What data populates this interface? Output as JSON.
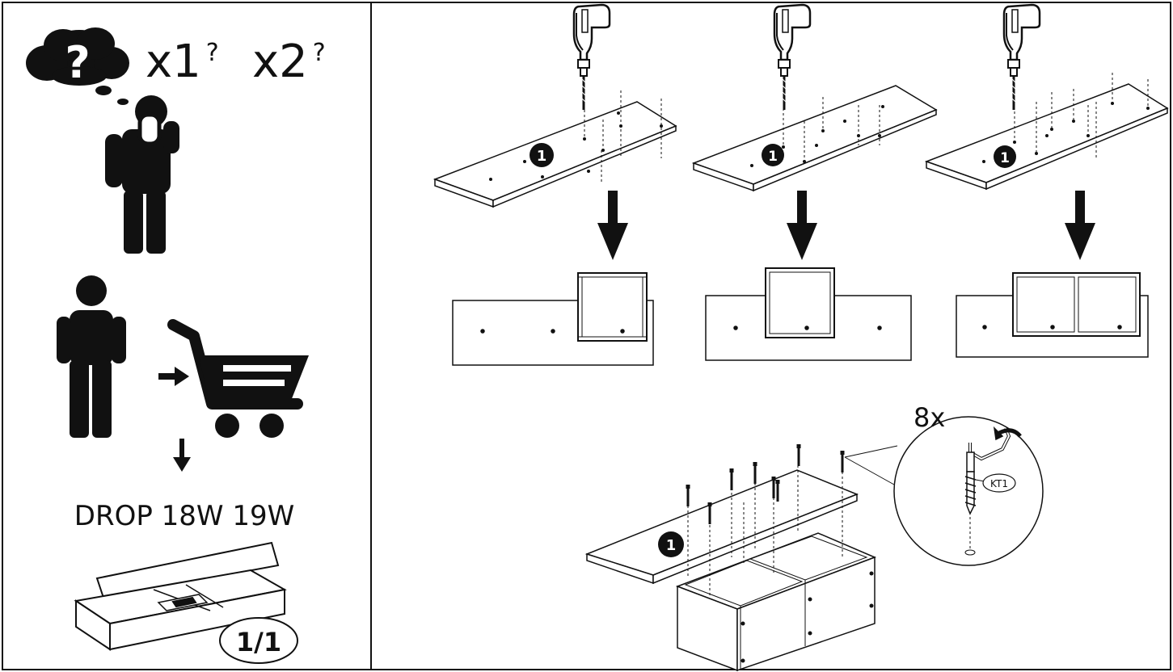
{
  "question_panel": {
    "bubble_mark": "?",
    "option_one": "x1",
    "option_one_mark": "?",
    "option_two": "x2",
    "option_two_mark": "?"
  },
  "purchase_panel": {
    "models": "DROP 18W 19W",
    "package_count": "1/1"
  },
  "assembly": {
    "part_number": "1",
    "screw_quantity": "8x",
    "screw_code": "KT1"
  },
  "colors": {
    "ink": "#111111",
    "background": "#ffffff"
  }
}
